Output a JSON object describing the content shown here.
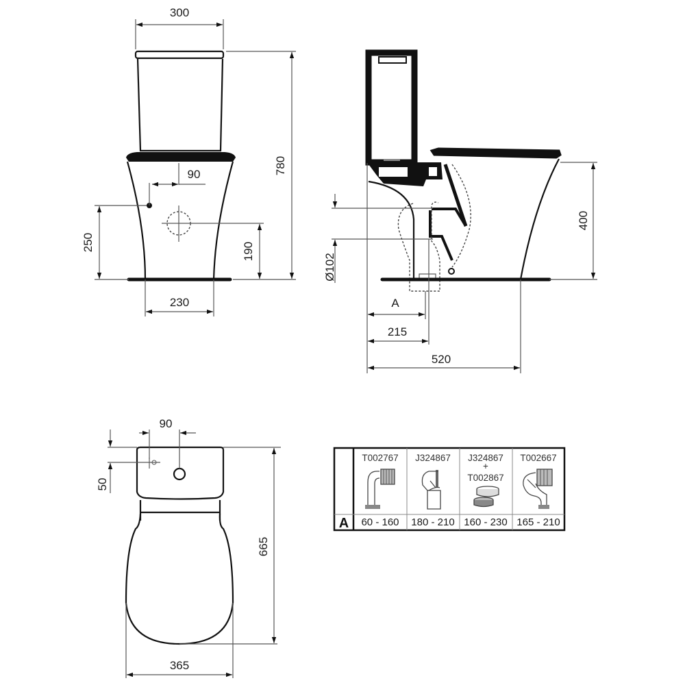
{
  "front_view": {
    "width_top": "300",
    "height_total": "780",
    "inlet_offset": "90",
    "inlet_height": "250",
    "outlet_height": "190",
    "base_width": "230"
  },
  "side_view": {
    "outlet_diameter": "Ø102",
    "seat_height": "400",
    "dim_a_label": "A",
    "outlet_distance": "215",
    "depth_total": "520"
  },
  "top_view": {
    "inlet_offset": "90",
    "inlet_from_back": "50",
    "length_total": "665",
    "width_total": "365"
  },
  "connector_table": {
    "row_label": "A",
    "columns": [
      {
        "code_line1": "T002767",
        "plus": "",
        "code_line2": "",
        "range": "60 - 160",
        "icon": "elbow-connector-icon"
      },
      {
        "code_line1": "J324867",
        "plus": "",
        "code_line2": "",
        "range": "180 - 210",
        "icon": "offset-connector-icon"
      },
      {
        "code_line1": "J324867",
        "plus": "+",
        "code_line2": "T002867",
        "range": "160 - 230",
        "icon": "extension-ring-icon"
      },
      {
        "code_line1": "T002667",
        "plus": "",
        "code_line2": "",
        "range": "165 - 210",
        "icon": "swept-elbow-connector-icon"
      }
    ]
  },
  "colors": {
    "line": "#111111",
    "dimension": "#555555",
    "background": "#ffffff"
  }
}
